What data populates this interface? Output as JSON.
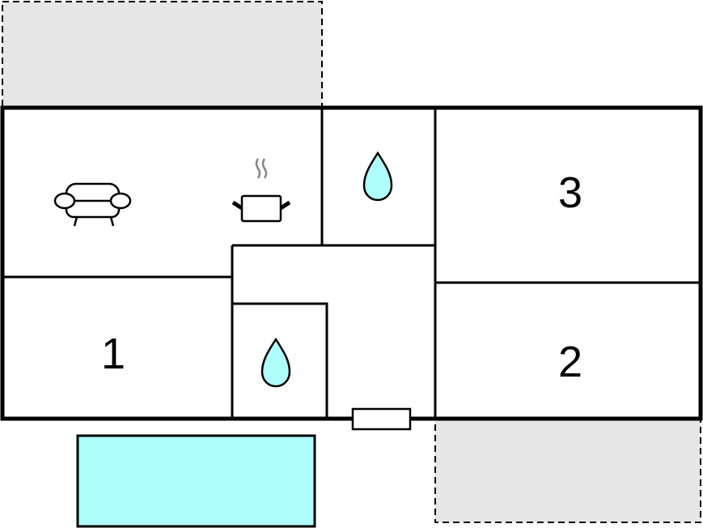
{
  "plan": {
    "rooms": [
      {
        "id": "bedroom-1",
        "label": "1"
      },
      {
        "id": "bedroom-2",
        "label": "2"
      },
      {
        "id": "bedroom-3",
        "label": "3"
      }
    ],
    "icons": [
      "sofa-icon",
      "cooking-pot-icon",
      "water-drop-icon",
      "water-drop-icon"
    ]
  },
  "colors": {
    "wall": "#000000",
    "terrace": "#e6e6e6",
    "pool": "#b0ffff",
    "water": "#b0ffff"
  }
}
